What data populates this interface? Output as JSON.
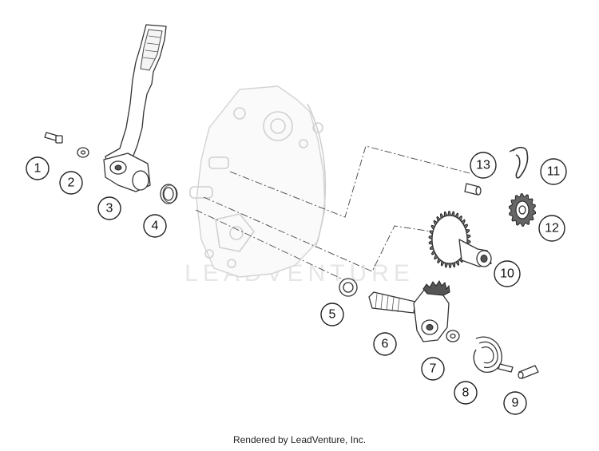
{
  "diagram": {
    "callouts": [
      "1",
      "2",
      "3",
      "4",
      "5",
      "6",
      "7",
      "8",
      "9",
      "10",
      "11",
      "12",
      "13"
    ],
    "watermark_text": "LEADVENTURE"
  },
  "footer": {
    "text": "Rendered by LeadVenture, Inc."
  }
}
